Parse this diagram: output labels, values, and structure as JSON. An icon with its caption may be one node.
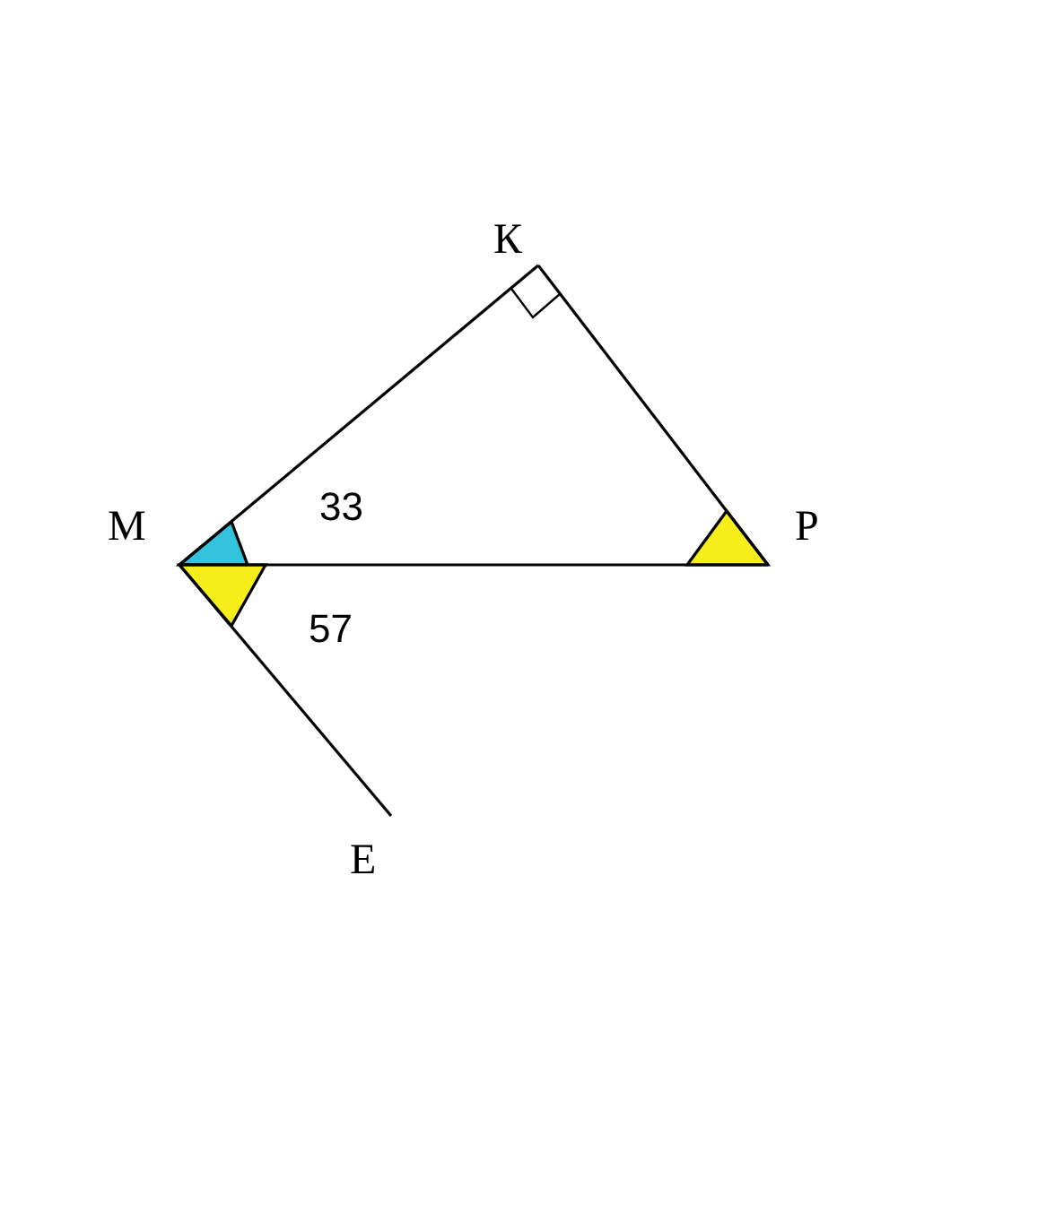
{
  "diagram": {
    "labels": [
      "К",
      "М",
      "33",
      "Р",
      "57",
      "Е"
    ]
  }
}
